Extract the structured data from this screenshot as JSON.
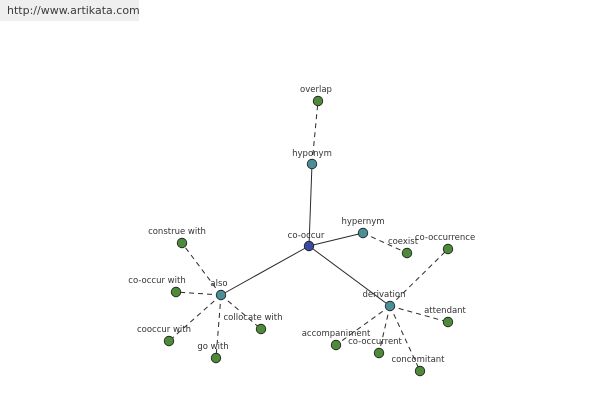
{
  "header": {
    "url": "http://www.artikata.com"
  },
  "graph": {
    "colors": {
      "center": "#3a4aa0",
      "relation": "#4a8f96",
      "leaf": "#4e8a3a",
      "edge": "#2a2a2a"
    },
    "nodes": [
      {
        "id": "co-occur",
        "label": "co-occur",
        "kind": "center"
      },
      {
        "id": "hyponym",
        "label": "hyponym",
        "kind": "relation"
      },
      {
        "id": "hypernym",
        "label": "hypernym",
        "kind": "relation"
      },
      {
        "id": "also",
        "label": "also",
        "kind": "relation"
      },
      {
        "id": "derivation",
        "label": "derivation",
        "kind": "relation"
      },
      {
        "id": "overlap",
        "label": "overlap",
        "kind": "leaf"
      },
      {
        "id": "coexist",
        "label": "coexist",
        "kind": "leaf"
      },
      {
        "id": "construe-with",
        "label": "construe with",
        "kind": "leaf"
      },
      {
        "id": "co-occur-with",
        "label": "co-occur with",
        "kind": "leaf"
      },
      {
        "id": "cooccur-with",
        "label": "cooccur with",
        "kind": "leaf"
      },
      {
        "id": "go-with",
        "label": "go with",
        "kind": "leaf"
      },
      {
        "id": "collocate-with",
        "label": "collocate with",
        "kind": "leaf"
      },
      {
        "id": "co-occurrence",
        "label": "co-occurrence",
        "kind": "leaf"
      },
      {
        "id": "attendant",
        "label": "attendant",
        "kind": "leaf"
      },
      {
        "id": "accompaniment",
        "label": "accompaniment",
        "kind": "leaf"
      },
      {
        "id": "co-occurrent",
        "label": "co-occurrent",
        "kind": "leaf"
      },
      {
        "id": "concomitant",
        "label": "concomitant",
        "kind": "leaf"
      }
    ],
    "edges": [
      {
        "from": "co-occur",
        "to": "hyponym",
        "style": "solid"
      },
      {
        "from": "co-occur",
        "to": "hypernym",
        "style": "solid"
      },
      {
        "from": "co-occur",
        "to": "also",
        "style": "solid"
      },
      {
        "from": "co-occur",
        "to": "derivation",
        "style": "solid"
      },
      {
        "from": "hyponym",
        "to": "overlap",
        "style": "dashed"
      },
      {
        "from": "hypernym",
        "to": "coexist",
        "style": "dashed"
      },
      {
        "from": "also",
        "to": "construe-with",
        "style": "dashed"
      },
      {
        "from": "also",
        "to": "co-occur-with",
        "style": "dashed"
      },
      {
        "from": "also",
        "to": "cooccur-with",
        "style": "dashed"
      },
      {
        "from": "also",
        "to": "go-with",
        "style": "dashed"
      },
      {
        "from": "also",
        "to": "collocate-with",
        "style": "dashed"
      },
      {
        "from": "derivation",
        "to": "co-occurrence",
        "style": "dashed"
      },
      {
        "from": "derivation",
        "to": "attendant",
        "style": "dashed"
      },
      {
        "from": "derivation",
        "to": "accompaniment",
        "style": "dashed"
      },
      {
        "from": "derivation",
        "to": "co-occurrent",
        "style": "dashed"
      },
      {
        "from": "derivation",
        "to": "concomitant",
        "style": "dashed"
      }
    ]
  }
}
